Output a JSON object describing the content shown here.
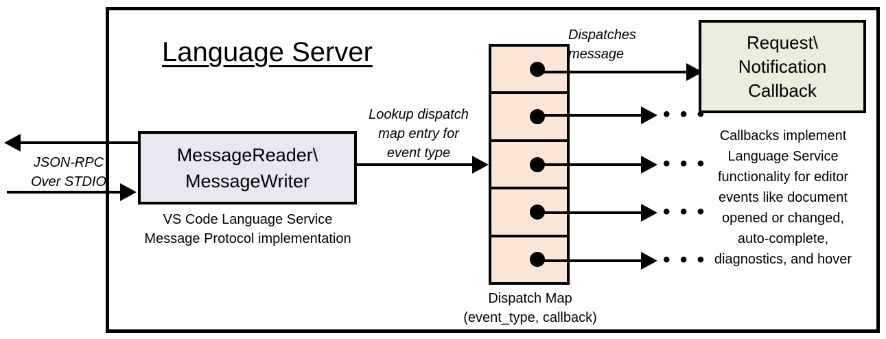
{
  "diagram": {
    "title": "Language Server",
    "outer_border_color": "#000000",
    "background": "#ffffff"
  },
  "nodes": {
    "message_io": {
      "label": "MessageReader\\\nMessageWriter",
      "fill": "#EAE7F2",
      "caption": "VS Code Language Service\nMessage Protocol implementation"
    },
    "dispatch_map": {
      "fill": "#FAE5D6",
      "rows": 5,
      "caption": "Dispatch Map\n(event_type, callback)"
    },
    "callback": {
      "label": "Request\\\nNotification\nCallback",
      "fill": "#E9EEDD",
      "caption": "Callbacks implement\nLanguage Service\nfunctionality for editor\nevents like document\nopened or changed,\nauto-complete,\ndiagnostics, and hover"
    }
  },
  "edges": {
    "jsonrpc_label": "JSON-RPC\nOver STDIO",
    "lookup_label": "Lookup dispatch\nmap entry for\nevent type",
    "dispatches_label": "Dispatches\nmessage",
    "ellipsis": "• • •"
  }
}
